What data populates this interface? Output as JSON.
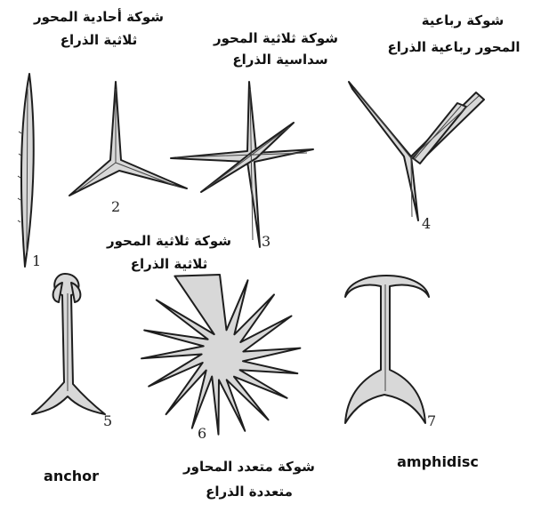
{
  "labels": {
    "monaxon_triaxon": [
      "شوكة أحادية المحور",
      "ثلاثية الذراع"
    ],
    "triaxon_hexactine": [
      "شوكة ثلاثية المحور",
      "سداسية الذراع"
    ],
    "tetraxon_tetract": [
      "شوكة رباعية",
      "المحور رباعية الذراع"
    ],
    "triaxon_triact": [
      "شوكة ثلاثية المحور",
      "ثلاثية الذراع"
    ],
    "polyaxon": [
      "شوكة متعدد المحاور",
      "متعددة الذراع"
    ],
    "anchor": "anchor",
    "amphidisc": "amphidisc"
  },
  "numbers": [
    "1",
    "2",
    "3",
    "4",
    "5",
    "6",
    "7"
  ]
}
